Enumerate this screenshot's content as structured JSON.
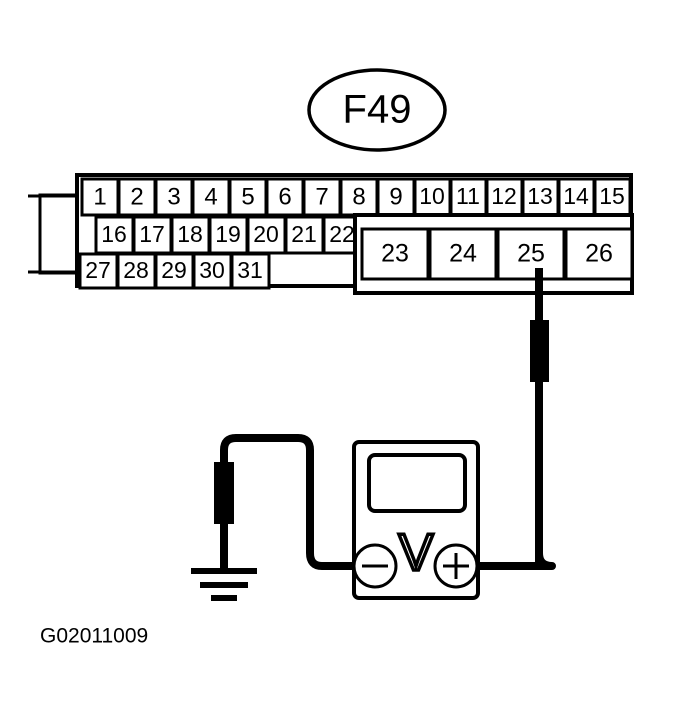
{
  "diagram": {
    "caption": "G02011009",
    "connector": {
      "id_label": "F49",
      "rows": [
        {
          "name": "top-row",
          "pins": [
            "1",
            "2",
            "3",
            "4",
            "5",
            "6",
            "7",
            "8",
            "9",
            "10",
            "11",
            "12",
            "13",
            "14",
            "15"
          ]
        },
        {
          "name": "middle-row",
          "pins": [
            "16",
            "17",
            "18",
            "19",
            "20",
            "21",
            "22"
          ]
        },
        {
          "name": "bottom-row",
          "pins": [
            "27",
            "28",
            "29",
            "30",
            "31"
          ]
        },
        {
          "name": "right-lower-row",
          "pins": [
            "23",
            "24",
            "25",
            "26"
          ]
        }
      ],
      "probe_pin": "25"
    },
    "meter": {
      "symbol": "V",
      "negative_terminal": "−",
      "positive_terminal": "+",
      "type": "voltmeter"
    },
    "ground": {
      "symbol": "chassis-ground"
    },
    "colors": {
      "line": "#000000",
      "background": "#ffffff"
    }
  }
}
